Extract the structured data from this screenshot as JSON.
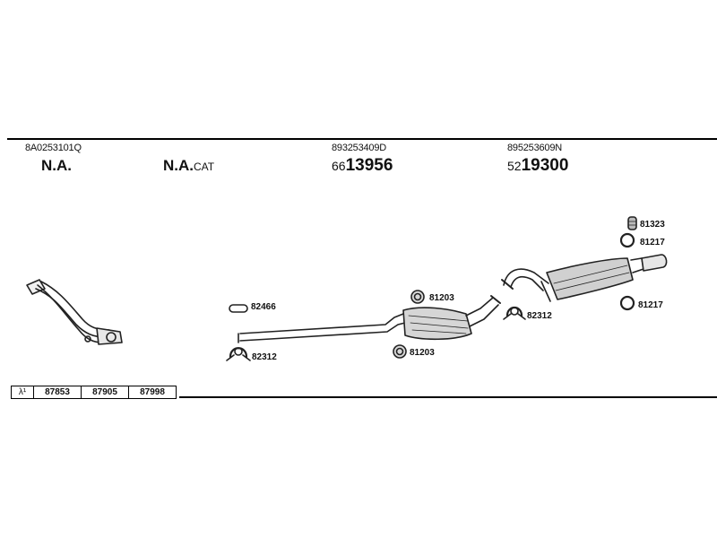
{
  "header": {
    "part1_number": "8A0253101Q",
    "part1_note": "N.A.",
    "part2_note_bold": "N.A.",
    "part2_note_suffix": "CAT",
    "part3_number": "893253409D",
    "part3_code_prefix": "66",
    "part3_code_main": "13956",
    "part4_number": "895253609N",
    "part4_code_prefix": "52",
    "part4_code_main": "19300"
  },
  "callouts": {
    "c_82466": "82466",
    "c_82312_a": "82312",
    "c_81203_top": "81203",
    "c_81203_bottom": "81203",
    "c_82312_b": "82312",
    "c_81323": "81323",
    "c_81217_top": "81217",
    "c_81217_bottom": "81217"
  },
  "ref_table": {
    "symbol": "λ¹",
    "values": [
      "87853",
      "87905",
      "87998"
    ]
  }
}
